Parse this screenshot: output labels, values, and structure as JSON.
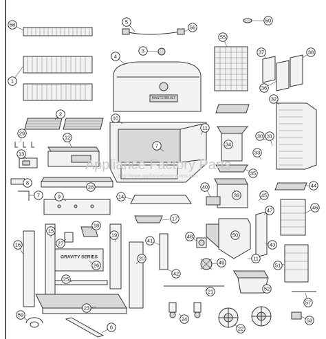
{
  "diagram": {
    "callouts": [
      "1",
      "2",
      "3",
      "4",
      "5",
      "6",
      "7",
      "8",
      "9",
      "10",
      "11",
      "12",
      "13",
      "14",
      "15",
      "16",
      "17",
      "18",
      "19",
      "20",
      "21",
      "22",
      "23",
      "24",
      "25",
      "26",
      "27",
      "28",
      "29",
      "30",
      "31",
      "32",
      "33",
      "34",
      "35",
      "36",
      "37",
      "38",
      "39",
      "40",
      "41",
      "42",
      "43",
      "44",
      "45",
      "46",
      "47",
      "48",
      "49",
      "50",
      "51",
      "52",
      "53",
      "55",
      "56",
      "57",
      "58",
      "59",
      "60"
    ],
    "lid_badge": "MASTERBUILT",
    "panel_label": "GRAVITY SERIES",
    "watermark": {
      "main": "Appliance Factory Parts",
      "url": "http://www.appliancefactoryparts.com"
    }
  }
}
